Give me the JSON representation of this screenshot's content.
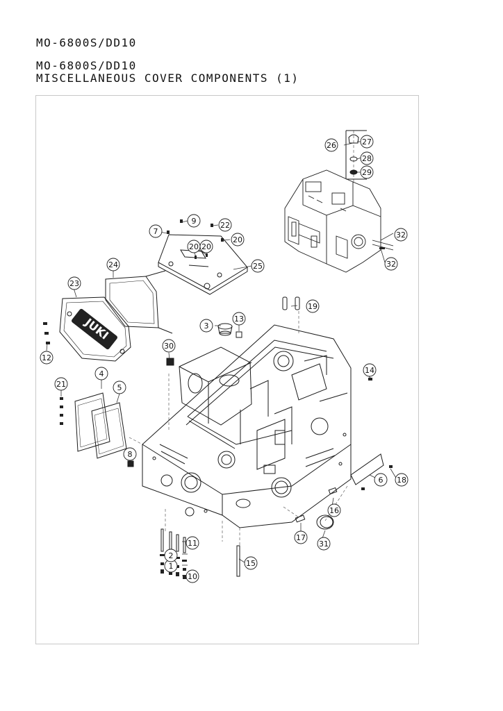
{
  "header": {
    "model": "MO-6800S/DD10",
    "section_model": "MO-6800S/DD10",
    "section_title": "MISCELLANEOUS COVER COMPONENTS (1)"
  },
  "diagram": {
    "brand_on_cover": "JUKI",
    "callouts": [
      "1",
      "2",
      "3",
      "4",
      "5",
      "6",
      "7",
      "8",
      "9",
      "10",
      "11",
      "12",
      "13",
      "14",
      "15",
      "16",
      "17",
      "18",
      "19",
      "20",
      "20",
      "20",
      "21",
      "22",
      "23",
      "24",
      "25",
      "26",
      "27",
      "28",
      "29",
      "30",
      "31",
      "32",
      "32"
    ]
  }
}
